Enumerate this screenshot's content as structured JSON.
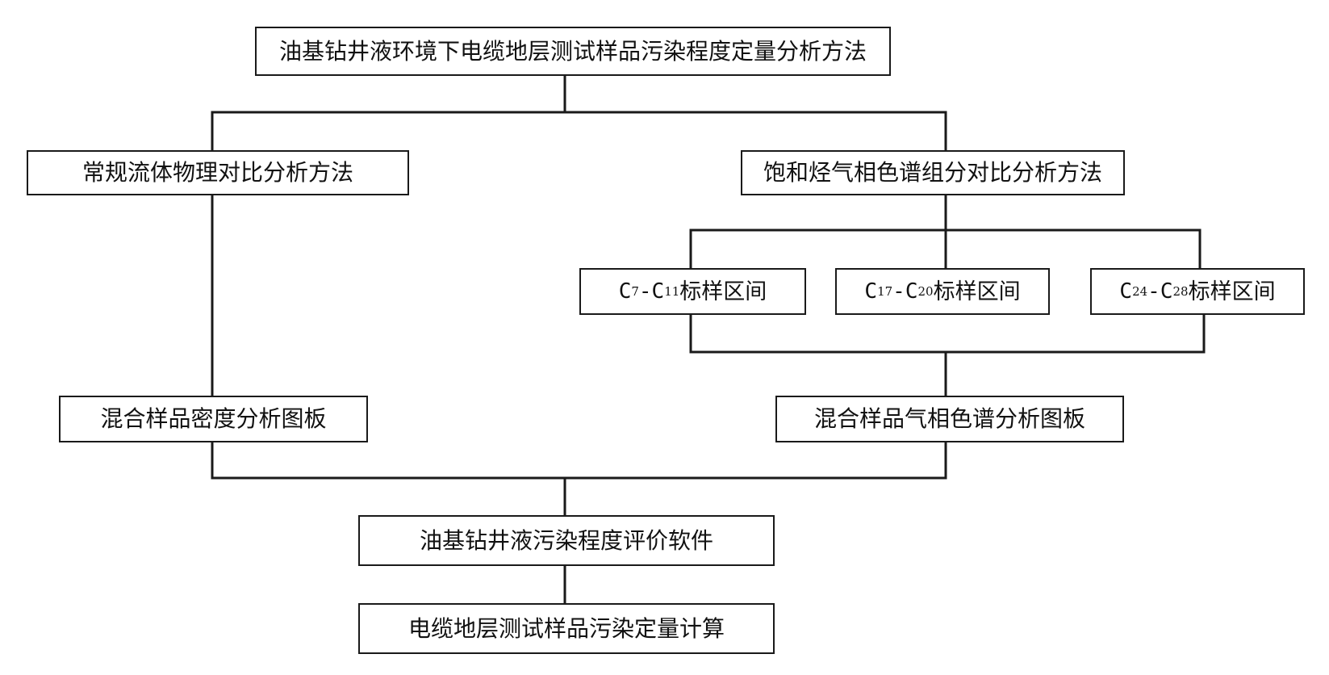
{
  "nodes": {
    "root": "油基钻井液环境下电缆地层测试样品污染程度定量分析方法",
    "left": "常规流体物理对比分析方法",
    "right": "饱和烃气相色谱组分对比分析方法",
    "c7": {
      "c": "C",
      "a": "7",
      "dash": "-",
      "c2": "C",
      "b": "11",
      "suffix": "标样区间"
    },
    "c17": {
      "c": "C",
      "a": "17",
      "dash": "-",
      "c2": "C",
      "b": "20",
      "suffix": "标样区间"
    },
    "c24": {
      "c": "C",
      "a": "24",
      "dash": "-",
      "c2": "C",
      "b": "28",
      "suffix": "标样区间"
    },
    "density": "混合样品密度分析图板",
    "gc": "混合样品气相色谱分析图板",
    "software": "油基钻井液污染程度评价软件",
    "calc": "电缆地层测试样品污染定量计算"
  },
  "colors": {
    "line": "#1a1a1a",
    "background": "#ffffff"
  }
}
